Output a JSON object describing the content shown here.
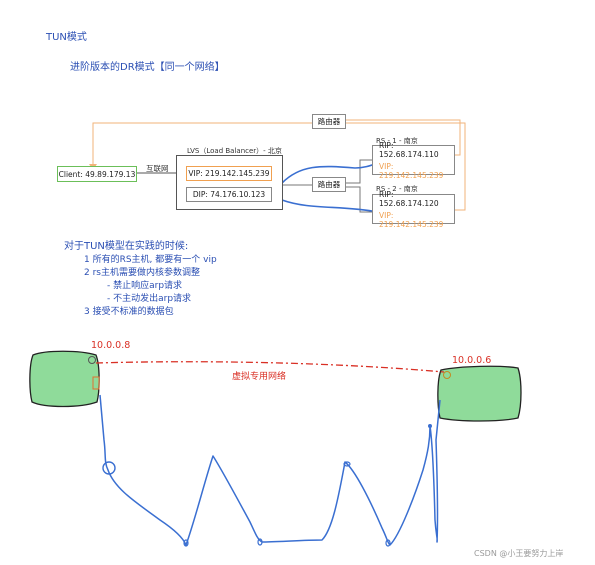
{
  "header": {
    "title": "TUN模式",
    "subtitle": "进阶版本的DR模式【同一个网络】"
  },
  "network": {
    "client_label": "Client: 49.89.179.13",
    "internet_label": "互联网",
    "lvs_title": "LVS（Load Balancer）- 北京",
    "vip_label": "VIP: 219.142.145.239",
    "dip_label": "DIP: 74.176.10.123",
    "router_top": "路由器",
    "router_mid": "路由器",
    "rs1_title": "RS - 1 - 南京",
    "rs1_rip": "RIP: 152.68.174.110",
    "rs1_vip": "VIP: 219.142.145.239",
    "rs2_title": "RS - 2 - 南京",
    "rs2_rip": "RIP: 152.68.174.120",
    "rs2_vip": "VIP: 219.142.145.239"
  },
  "notes": {
    "heading": "对于TUN模型在实践的时候:",
    "items": [
      "1 所有的RS主机, 都要有一个 vip",
      "2 rs主机需要做内核参数调整",
      "- 禁止响应arp请求",
      "- 不主动发出arp请求",
      "3 接受不标准的数据包"
    ]
  },
  "sketch": {
    "ip_left": "10.0.0.8",
    "ip_right": "10.0.0.6",
    "tunnel_label": "虚拟专用网络"
  },
  "watermark": "CSDN @小王要努力上岸",
  "colors": {
    "hand_blue": "#2b4fb3",
    "tunnel_red": "#d93025",
    "node_green": "#8fdb9a",
    "vip_orange": "#f0a050",
    "client_green": "#6bbf59"
  }
}
